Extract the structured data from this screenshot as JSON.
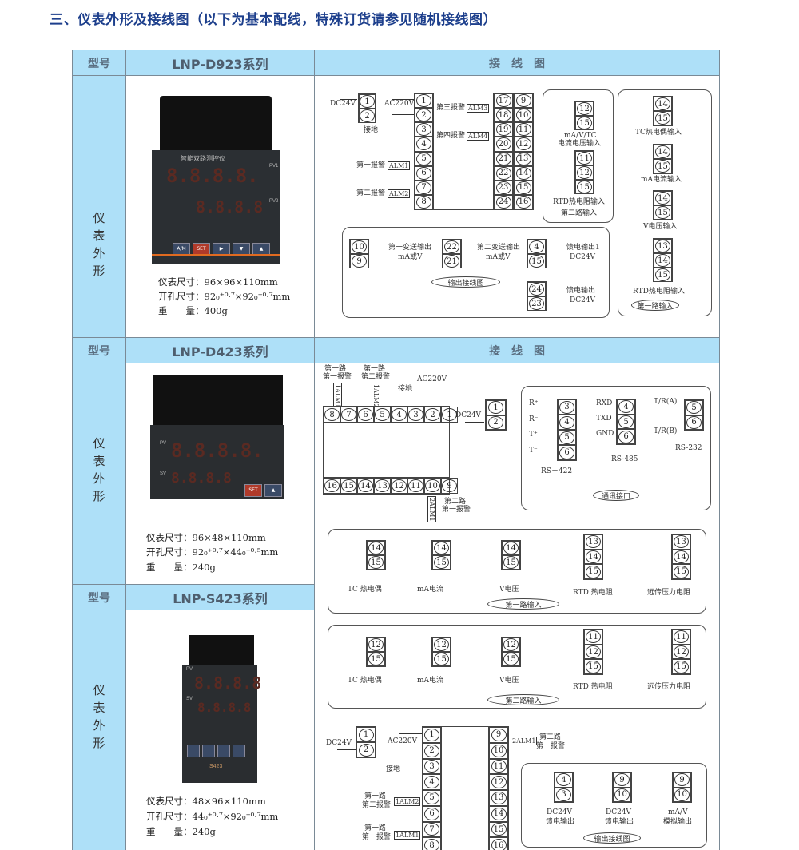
{
  "title": "三、仪表外形及接线图（以下为基本配线，特殊订货请参见随机接线图）",
  "sections": [
    {
      "model_label": "型号",
      "model": "LNP-D923系列",
      "diagram_header": "接　线　图",
      "side_label": "仪表外形",
      "specs": {
        "size": "仪表尺寸：96×96×110mm",
        "cutout": "开孔尺寸：92₀⁺⁰·⁷×92₀⁺⁰·⁷mm",
        "weight": "重　　量：400g"
      },
      "device": {
        "title": "智能双路测控仪",
        "pv1": "PV1",
        "pv2": "PV2",
        "display1": "8.8.8.8.",
        "display2": "8.8.8.8",
        "buttons": [
          "A/M",
          "SET",
          "▶",
          "▼",
          "▲"
        ]
      }
    },
    {
      "model_label": "型号",
      "model": "LNP-D423系列",
      "diagram_header": "接　线　图",
      "side_label": "仪表外形",
      "specs": {
        "size": "仪表尺寸：96×48×110mm",
        "cutout": "开孔尺寸：92₀⁺⁰·⁷×44₀⁺⁰·⁵mm",
        "weight": "重　　量：240g"
      },
      "device": {
        "pv": "PV",
        "sv": "SV",
        "display1": "8.8.8.8.",
        "display2": "8.8.8.8",
        "buttons": [
          "SET",
          "▲"
        ]
      }
    },
    {
      "model_label": "型号",
      "model": "LNP-S423系列",
      "side_label": "仪表外形",
      "specs": {
        "size": "仪表尺寸：48×96×110mm",
        "cutout": "开孔尺寸：44₀⁺⁰·⁷×92₀⁺⁰·⁷mm",
        "weight": "重　　量：240g"
      },
      "device": {
        "pv": "PV",
        "sv": "SV",
        "display1": "8.8.8.8",
        "display2": "8.8.8.8",
        "model_tag": "S423"
      }
    }
  ],
  "d923": {
    "power": {
      "label": "DC24V",
      "terms": [
        1,
        2
      ]
    },
    "main_left": [
      1,
      2,
      3,
      4,
      5,
      6,
      7,
      8
    ],
    "main_right_a": [
      17,
      18,
      19,
      20,
      21,
      22,
      23,
      24
    ],
    "main_right_b": [
      9,
      10,
      11,
      12,
      13,
      14,
      15,
      16
    ],
    "labels": {
      "ac": "AC220V",
      "ground": "接地",
      "alarm1": "第一报警",
      "alm1": "ALM1",
      "alarm2": "第二报警",
      "alm2": "ALM2",
      "alarm3": "第三报警",
      "alm3": "ALM3",
      "alarm4": "第四报警",
      "alm4": "ALM4"
    },
    "input2": {
      "tc_terms": [
        12,
        15
      ],
      "tc_label1": "mA/V/TC",
      "tc_label2": "电流电压输入",
      "rtd_terms": [
        11,
        12,
        15
      ],
      "rtd_label": "RTD热电阻输入",
      "title": "第二路输入"
    },
    "input1": {
      "tc_terms": [
        14,
        15
      ],
      "tc_label": "TC热电偶输入",
      "ma_terms": [
        14,
        15
      ],
      "ma_label": "mA电流输入",
      "v_terms": [
        14,
        15
      ],
      "v_label": "V电压输入",
      "rtd_terms": [
        13,
        14,
        15
      ],
      "rtd_label": "RTD热电阻输入",
      "title": "第一路输入"
    },
    "output": {
      "t1_terms": [
        10,
        9
      ],
      "t1_label1": "第一变送输出",
      "t1_label2": "mA或V",
      "t2_terms": [
        22,
        21
      ],
      "t2_label1": "第二变送输出",
      "t2_label2": "mA或V",
      "f1_terms": [
        4,
        15
      ],
      "f1_label1": "馈电输出1",
      "f1_label2": "DC24V",
      "f2_terms": [
        24,
        23
      ],
      "f2_label1": "馈电输出",
      "f2_label2": "DC24V",
      "title": "输出接线图"
    }
  },
  "d423": {
    "top_row": [
      8,
      7,
      6,
      5,
      4,
      3,
      2,
      1
    ],
    "bottom_row": [
      16,
      15,
      14,
      13,
      12,
      11,
      10,
      9
    ],
    "labels": {
      "ch1_a": "第一路",
      "alarm1": "第一报警",
      "ch1_b": "第一路",
      "alarm2": "第二报警",
      "ground": "接地",
      "ac": "AC220V",
      "ch2": "第二路",
      "ch2_alarm1": "第一报警",
      "alm1": "1ALM1",
      "alm2": "1ALM2",
      "alm3": "2ALM1"
    },
    "power": {
      "label": "DC24V",
      "terms": [
        1,
        2
      ]
    },
    "comm": {
      "rs422_terms": [
        3,
        4,
        5,
        6
      ],
      "rs422_pins": [
        "R⁺",
        "R⁻",
        "T⁺",
        "T⁻"
      ],
      "rs422": "RS－422",
      "rs485_terms": [
        4,
        5,
        6
      ],
      "rs485_pins": [
        "RXD",
        "TXD",
        "GND"
      ],
      "rs485": "RS-485",
      "rs232_terms": [
        5,
        6
      ],
      "rs232_pins": [
        "T/R(A)",
        "T/R(B)"
      ],
      "rs232": "RS-232",
      "title": "通讯接口"
    },
    "input1": {
      "tc": [
        14,
        15
      ],
      "ma": [
        14,
        15
      ],
      "v": [
        14,
        15
      ],
      "rtd": [
        13,
        14,
        15
      ],
      "remote": [
        13,
        14,
        15
      ],
      "tc_label": "TC 热电偶",
      "ma_label": "mA电流",
      "v_label": "V电压",
      "rtd_label": "RTD 热电阻",
      "remote_label": "远传压力电阻",
      "title": "第一路输入"
    },
    "input2": {
      "tc": [
        12,
        15
      ],
      "ma": [
        12,
        15
      ],
      "v": [
        12,
        15
      ],
      "rtd": [
        11,
        12,
        15
      ],
      "remote": [
        11,
        12,
        15
      ],
      "tc_label": "TC 热电偶",
      "ma_label": "mA电流",
      "v_label": "V电压",
      "rtd_label": "RTD 热电阻",
      "remote_label": "远传压力电阻",
      "title": "第二路输入"
    }
  },
  "s423": {
    "power": {
      "label": "DC24V",
      "terms": [
        1,
        2
      ]
    },
    "main_left": [
      1,
      2,
      3,
      4,
      5,
      6,
      7,
      8
    ],
    "main_right": [
      9,
      10,
      11,
      12,
      13,
      14,
      15,
      16
    ],
    "labels": {
      "ac": "AC220V",
      "ground": "接地",
      "ch1_a": "第一路",
      "alarm2": "第二报警",
      "alm2": "1ALM2",
      "ch1_b": "第一路",
      "alarm1": "第一报警",
      "alm1": "1ALM1",
      "alm3": "2ALM1",
      "ch2": "第二路",
      "ch2_alarm1": "第一报警"
    },
    "output": {
      "o1_terms": [
        4,
        3
      ],
      "o1_l1": "DC24V",
      "o1_l2": "馈电输出",
      "o2_terms": [
        9,
        10
      ],
      "o2_l1": "DC24V",
      "o2_l2": "馈电输出",
      "o3_terms": [
        9,
        10
      ],
      "o3_l1": "mA/V",
      "o3_l2": "模拟输出",
      "title": "输出接线图"
    }
  }
}
